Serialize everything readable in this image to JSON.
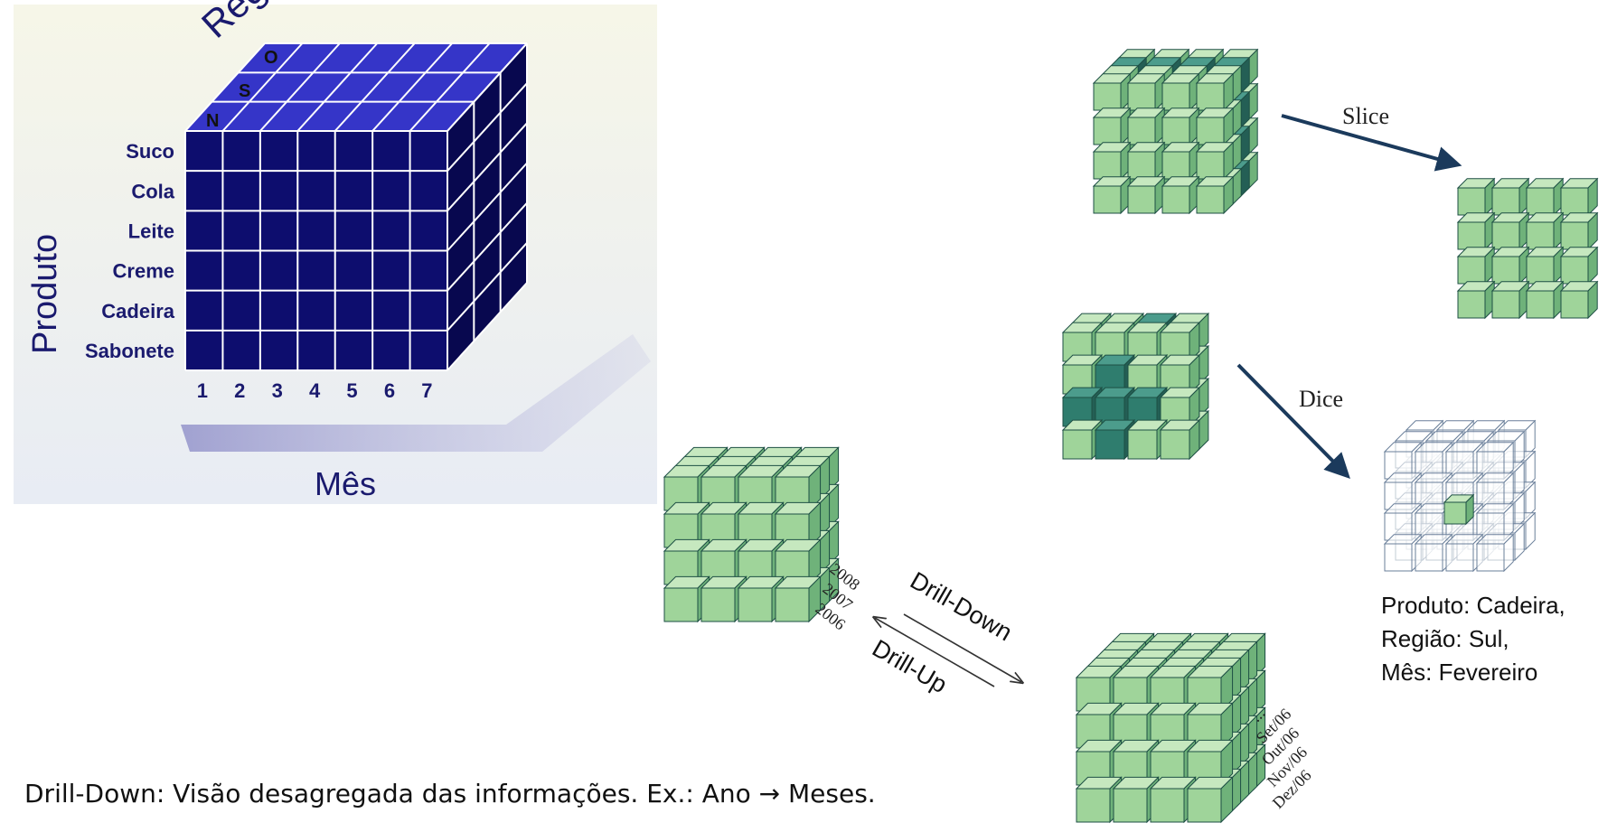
{
  "olap_cube": {
    "region_axis_label": "Região",
    "region_values": [
      "N",
      "S",
      "O"
    ],
    "product_axis_label": "Produto",
    "products": [
      "Suco",
      "Cola",
      "Leite",
      "Creme",
      "Cadeira",
      "Sabonete"
    ],
    "month_axis_label": "Mês",
    "months": [
      "1",
      "2",
      "3",
      "4",
      "5",
      "6",
      "7"
    ],
    "colors": {
      "front": "#0d0d6e",
      "top": "#3535c8",
      "side": "#08084f",
      "grid": "#ffffff",
      "label": "#1a1a6e"
    }
  },
  "operations": {
    "slice_label": "Slice",
    "dice_label": "Dice",
    "drill_down_label": "Drill-Down",
    "drill_up_label": "Drill-Up",
    "years": [
      "2008",
      "2007",
      "2006"
    ],
    "months_detail": [
      "...",
      "Set/06",
      "Out/06",
      "Nov/06",
      "Dez/06"
    ],
    "dice_filter": [
      "Produto: Cadeira,",
      "Região: Sul,",
      "Mês: Fevereiro"
    ],
    "colors": {
      "cube_face": "#9fd49a",
      "cube_top": "#c6e8bf",
      "cube_side": "#6fb27a",
      "cube_dark": "#2f7d6e",
      "cube_outline": "#1d4f44",
      "arrow": "#1b3a5c"
    }
  },
  "caption": "Drill-Down: Visão desagregada das informações. Ex.: Ano → Meses."
}
